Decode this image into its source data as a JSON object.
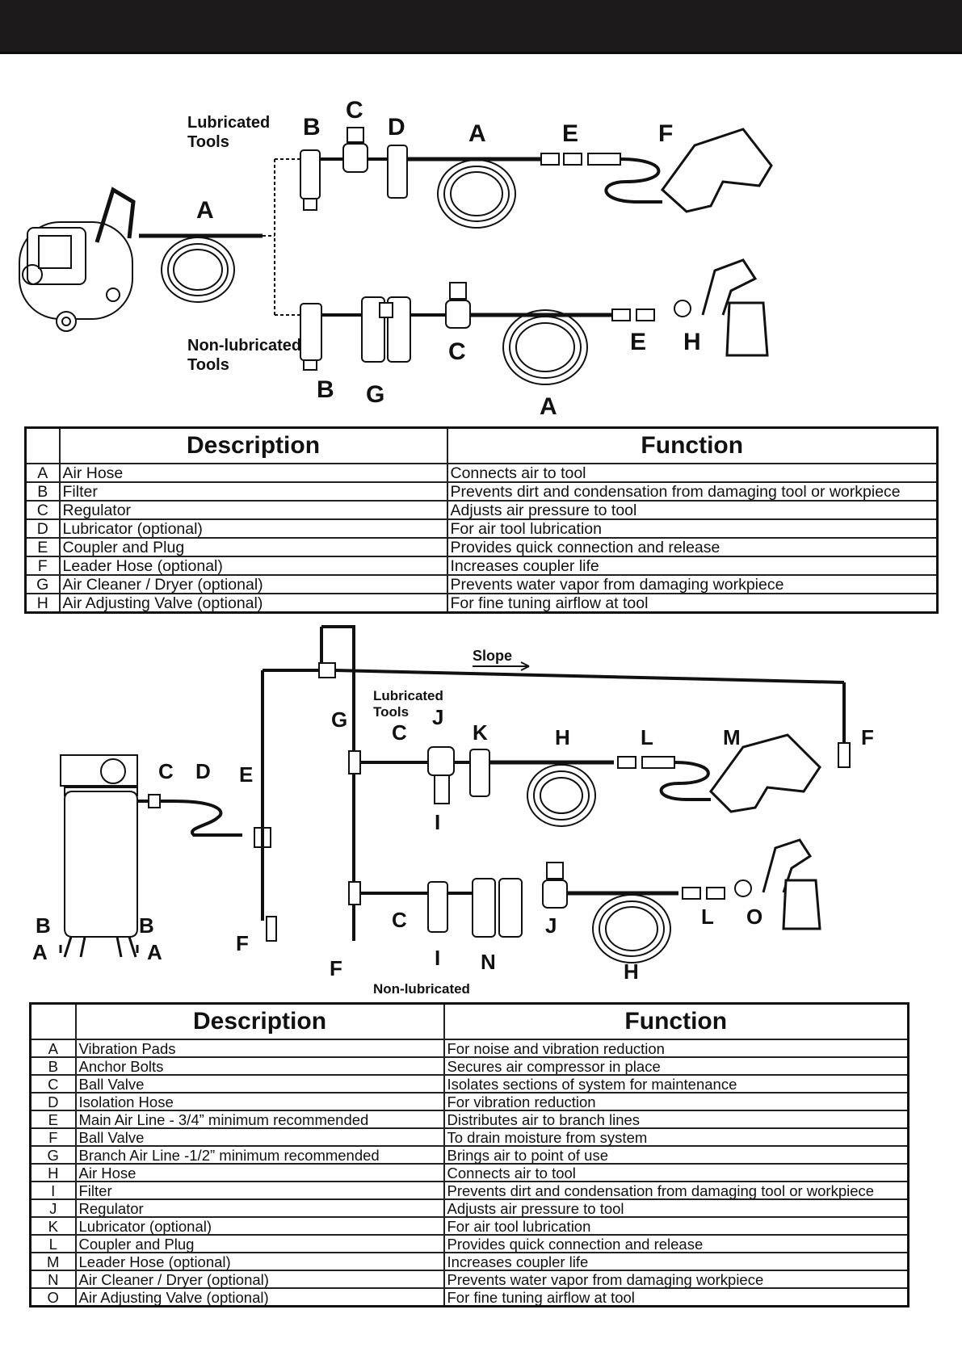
{
  "header_bar": {
    "color": "#1c1a1a"
  },
  "diagram1": {
    "labels": {
      "lubricated": [
        "Lubricated",
        "Tools"
      ],
      "non_lubricated": [
        "Non-lubricated",
        "Tools"
      ],
      "A_comp": "A",
      "B_top": "B",
      "C_top": "C",
      "D_top": "D",
      "A_top": "A",
      "E_top": "E",
      "F_top": "F",
      "B_bot": "B",
      "G_bot": "G",
      "C_bot": "C",
      "A_bot": "A",
      "E_bot": "E",
      "H_bot": "H"
    }
  },
  "table1": {
    "headers": {
      "key": "",
      "description": "Description",
      "function": "Function"
    },
    "rows": [
      {
        "key": "A",
        "description": "Air Hose",
        "function": "Connects air to tool"
      },
      {
        "key": "B",
        "description": "Filter",
        "function": "Prevents dirt and condensation from damaging tool or workpiece"
      },
      {
        "key": "C",
        "description": "Regulator",
        "function": "Adjusts air pressure to tool"
      },
      {
        "key": "D",
        "description": "Lubricator (optional)",
        "function": "For air tool lubrication"
      },
      {
        "key": "E",
        "description": "Coupler and Plug",
        "function": "Provides quick connection and release"
      },
      {
        "key": "F",
        "description": "Leader Hose (optional)",
        "function": "Increases coupler life"
      },
      {
        "key": "G",
        "description": "Air Cleaner / Dryer (optional)",
        "function": "Prevents water vapor from damaging workpiece"
      },
      {
        "key": "H",
        "description": "Air Adjusting Valve (optional)",
        "function": "For fine tuning airflow at tool"
      }
    ]
  },
  "diagram2": {
    "labels": {
      "slope": "Slope",
      "lubricated": [
        "Lubricated",
        "Tools"
      ],
      "non_lubricated": "Non-lubricated",
      "G": "G",
      "C_up": "C",
      "J_up": "J",
      "K": "K",
      "H_up": "H",
      "L_up": "L",
      "M": "M",
      "F_right": "F",
      "C_comp": "C",
      "D_comp": "D",
      "E": "E",
      "I_up": "I",
      "B_left": "B",
      "A_left": "A",
      "B_right": "B",
      "A_right": "A",
      "F_mid": "F",
      "C_low": "C",
      "I_low": "I",
      "N": "N",
      "J_low": "J",
      "H_low": "H",
      "L_low": "L",
      "O": "O",
      "F_low": "F"
    }
  },
  "table2": {
    "headers": {
      "key": "",
      "description": "Description",
      "function": "Function"
    },
    "rows": [
      {
        "key": "A",
        "description": "Vibration Pads",
        "function": "For noise and vibration reduction"
      },
      {
        "key": "B",
        "description": "Anchor Bolts",
        "function": "Secures air compressor in place"
      },
      {
        "key": "C",
        "description": "Ball Valve",
        "function": "Isolates sections of system for maintenance"
      },
      {
        "key": "D",
        "description": "Isolation Hose",
        "function": "For vibration reduction"
      },
      {
        "key": "E",
        "description": "Main Air Line - 3/4” minimum recommended",
        "function": "Distributes air to branch lines"
      },
      {
        "key": "F",
        "description": "Ball Valve",
        "function": "To drain moisture from system"
      },
      {
        "key": "G",
        "description": "Branch Air Line -1/2” minimum recommended",
        "function": "Brings air to point of use"
      },
      {
        "key": "H",
        "description": "Air Hose",
        "function": "Connects air to tool"
      },
      {
        "key": "I",
        "description": "Filter",
        "function": "Prevents dirt and condensation from damaging tool or workpiece"
      },
      {
        "key": "J",
        "description": "Regulator",
        "function": "Adjusts air pressure to tool"
      },
      {
        "key": "K",
        "description": "Lubricator (optional)",
        "function": "For air tool lubrication"
      },
      {
        "key": "L",
        "description": "Coupler and Plug",
        "function": "Provides quick connection and release"
      },
      {
        "key": "M",
        "description": "Leader Hose (optional)",
        "function": "Increases coupler life"
      },
      {
        "key": "N",
        "description": "Air Cleaner / Dryer (optional)",
        "function": "Prevents water vapor from damaging workpiece"
      },
      {
        "key": "O",
        "description": "Air Adjusting Valve (optional)",
        "function": "For fine tuning airflow at tool"
      }
    ]
  }
}
